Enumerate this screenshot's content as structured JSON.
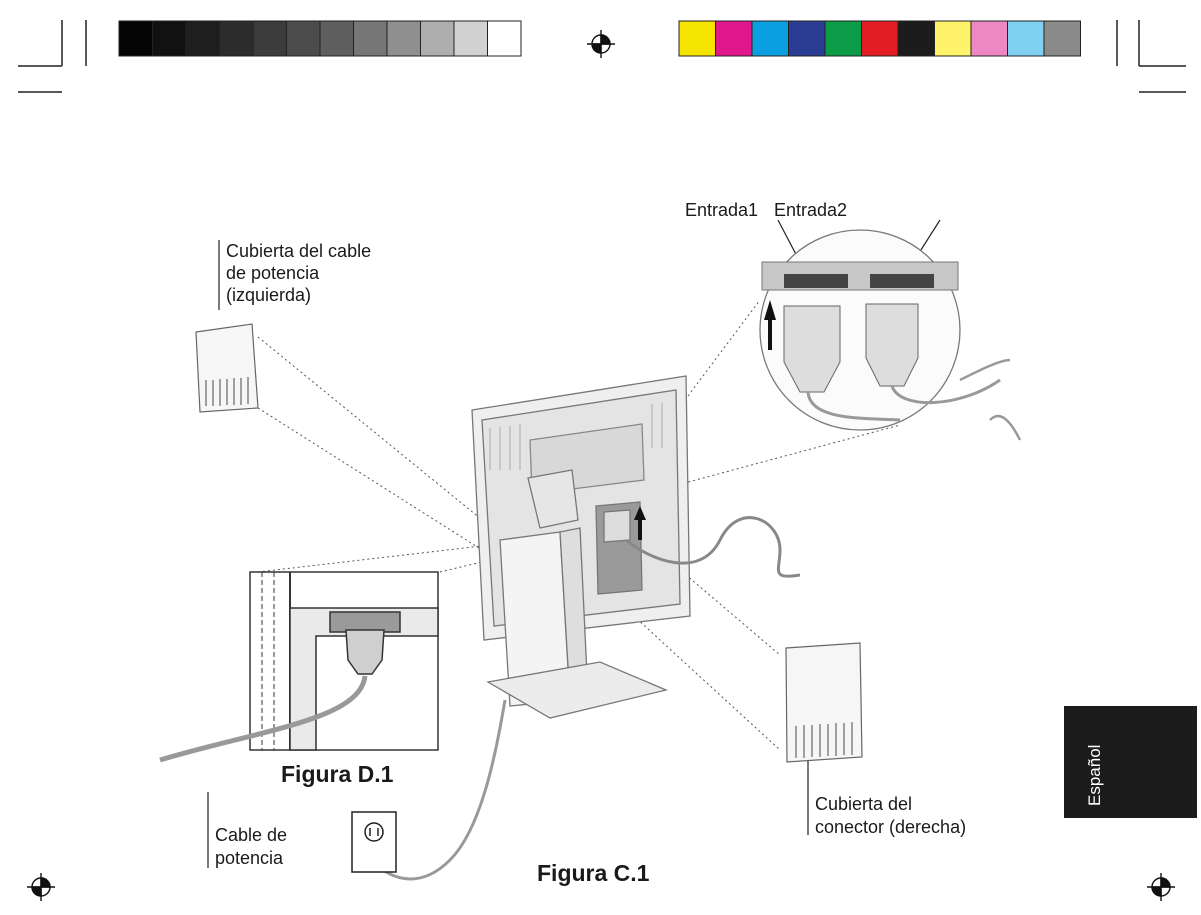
{
  "labels": {
    "input1": "Entrada1",
    "input2": "Entrada2",
    "power_cover_left_line1": "Cubierta del cable",
    "power_cover_left_line2": "de potencia",
    "power_cover_left_line3": "(izquierda)",
    "connector_cover_right_line1": "Cubierta del",
    "connector_cover_right_line2": "conector (derecha)",
    "power_cable_line1": "Cable de",
    "power_cable_line2": "potencia"
  },
  "figures": {
    "inset": "Figura D.1",
    "main": "Figura C.1"
  },
  "language_tab": "Español",
  "print_marks": {
    "gray_swatches": [
      "#050505",
      "#111111",
      "#1e1e1e",
      "#2c2c2c",
      "#3b3b3b",
      "#4c4c4c",
      "#5e5e5e",
      "#767676",
      "#8f8f8f",
      "#aeaeae",
      "#d2d2d2",
      "#ffffff"
    ],
    "color_swatches": [
      "#f5e400",
      "#e0178d",
      "#0aa0df",
      "#2a3d93",
      "#0c9c48",
      "#e31d26",
      "#1c1c1c",
      "#fff36b",
      "#ee88c4",
      "#7fd0f1",
      "#8a8a8a"
    ]
  }
}
